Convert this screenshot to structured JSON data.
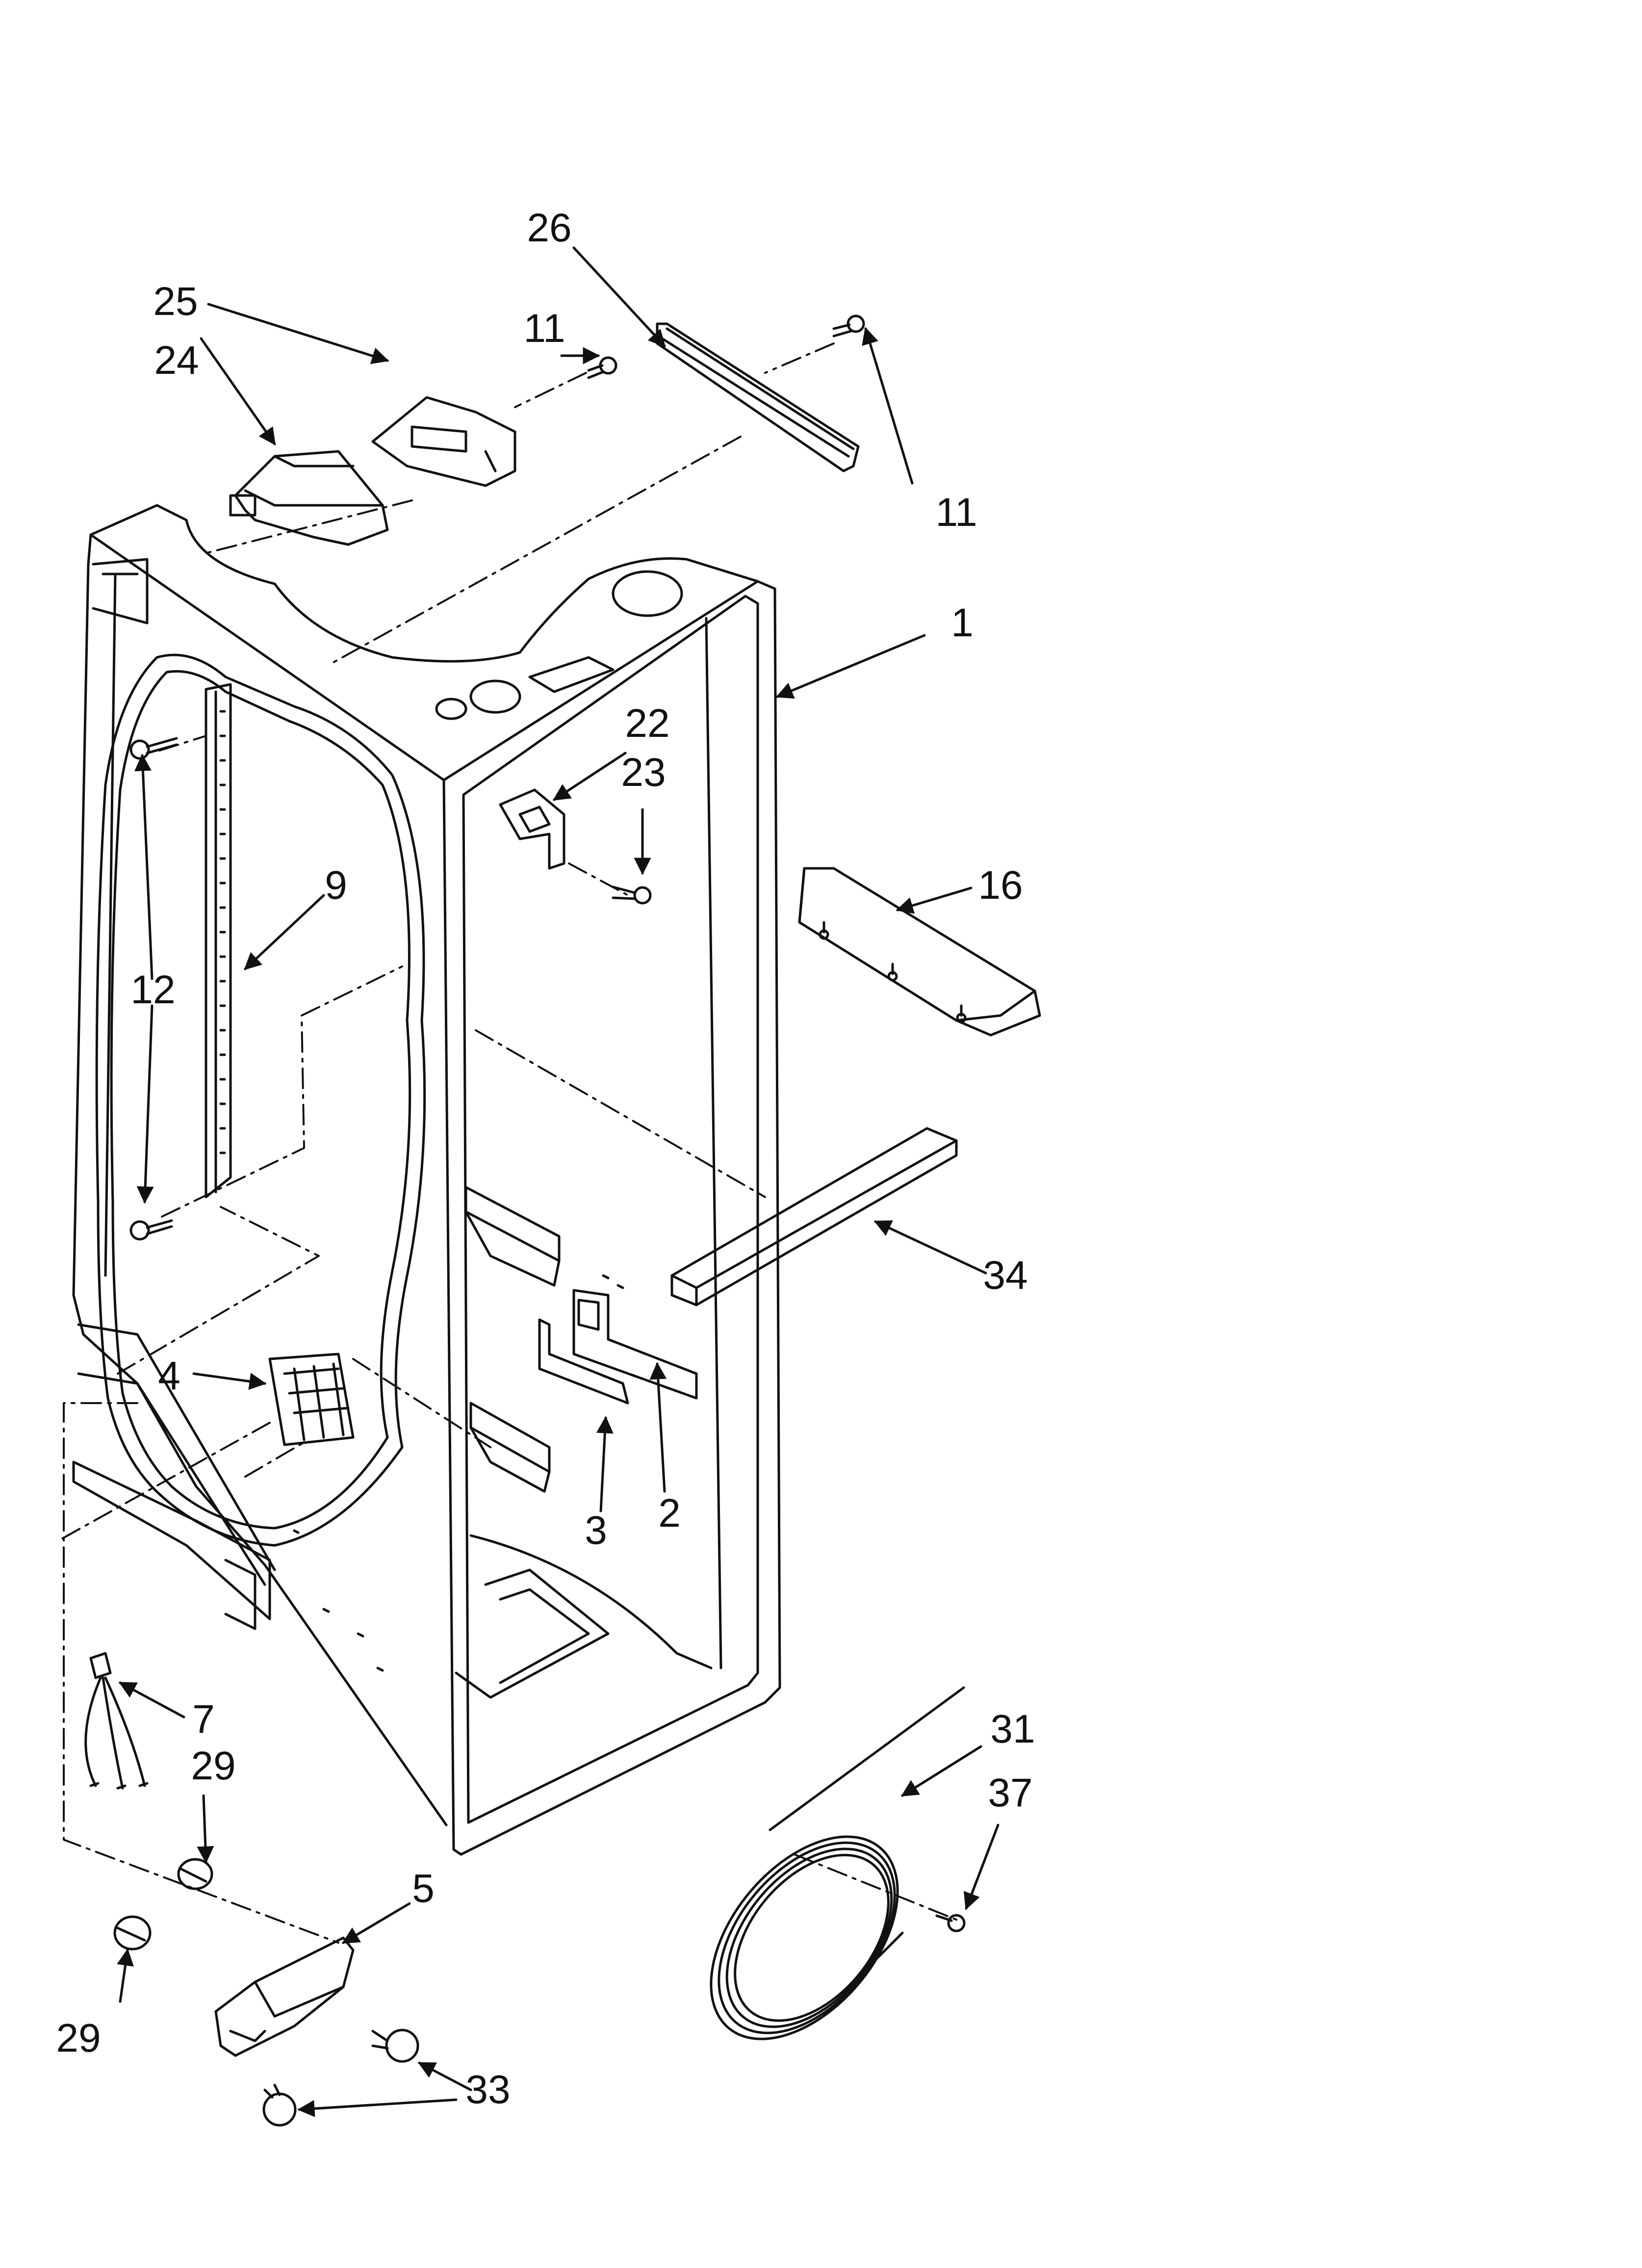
{
  "callouts": [
    {
      "id": "26a",
      "text": "26"
    },
    {
      "id": "25",
      "text": "25"
    },
    {
      "id": "11a",
      "text": "11"
    },
    {
      "id": "24",
      "text": "24"
    },
    {
      "id": "11b",
      "text": "11"
    },
    {
      "id": "1",
      "text": "1"
    },
    {
      "id": "22",
      "text": "22"
    },
    {
      "id": "23",
      "text": "23"
    },
    {
      "id": "9",
      "text": "9"
    },
    {
      "id": "16",
      "text": "16"
    },
    {
      "id": "12",
      "text": "12"
    },
    {
      "id": "34",
      "text": "34"
    },
    {
      "id": "4",
      "text": "4"
    },
    {
      "id": "3",
      "text": "3"
    },
    {
      "id": "2",
      "text": "2"
    },
    {
      "id": "7",
      "text": "7"
    },
    {
      "id": "29a",
      "text": "29"
    },
    {
      "id": "31",
      "text": "31"
    },
    {
      "id": "37",
      "text": "37"
    },
    {
      "id": "5",
      "text": "5"
    },
    {
      "id": "29b",
      "text": "29"
    },
    {
      "id": "33",
      "text": "33"
    }
  ]
}
